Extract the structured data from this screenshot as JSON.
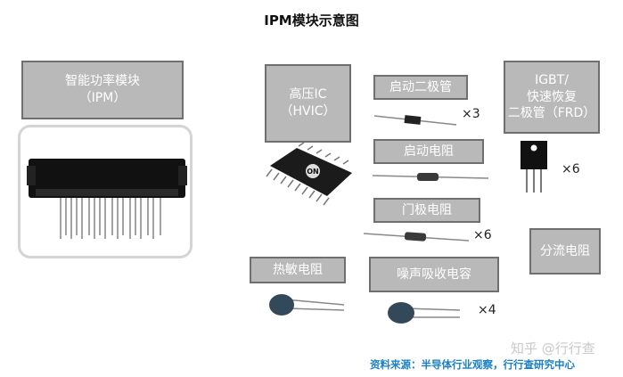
{
  "title": "IPM模块示意图",
  "ipm_box": {
    "line1": "智能功率模块",
    "line2": "（IPM）"
  },
  "hvic_box": {
    "line1": "高压IC",
    "line2": "（HVIC）"
  },
  "boxes": {
    "startup_diode": "启动二极管",
    "startup_resistor": "启动电阻",
    "gate_resistor": "门极电阻",
    "thermistor": "热敏电阻",
    "snubber_capacitor": "噪声吸收电容",
    "shunt_resistor": "分流电阻"
  },
  "igbt_box": {
    "line1": "IGBT/",
    "line2": "快速恢复",
    "line3": "二极管（FRD）"
  },
  "multipliers": {
    "diode": "×3",
    "igbt": "×6",
    "gate": "×6",
    "cap": "×4"
  },
  "source": "资料来源：半导体行业观察，行行查研究中心",
  "watermark": "知乎 @行行查",
  "chip_logo": "ON"
}
